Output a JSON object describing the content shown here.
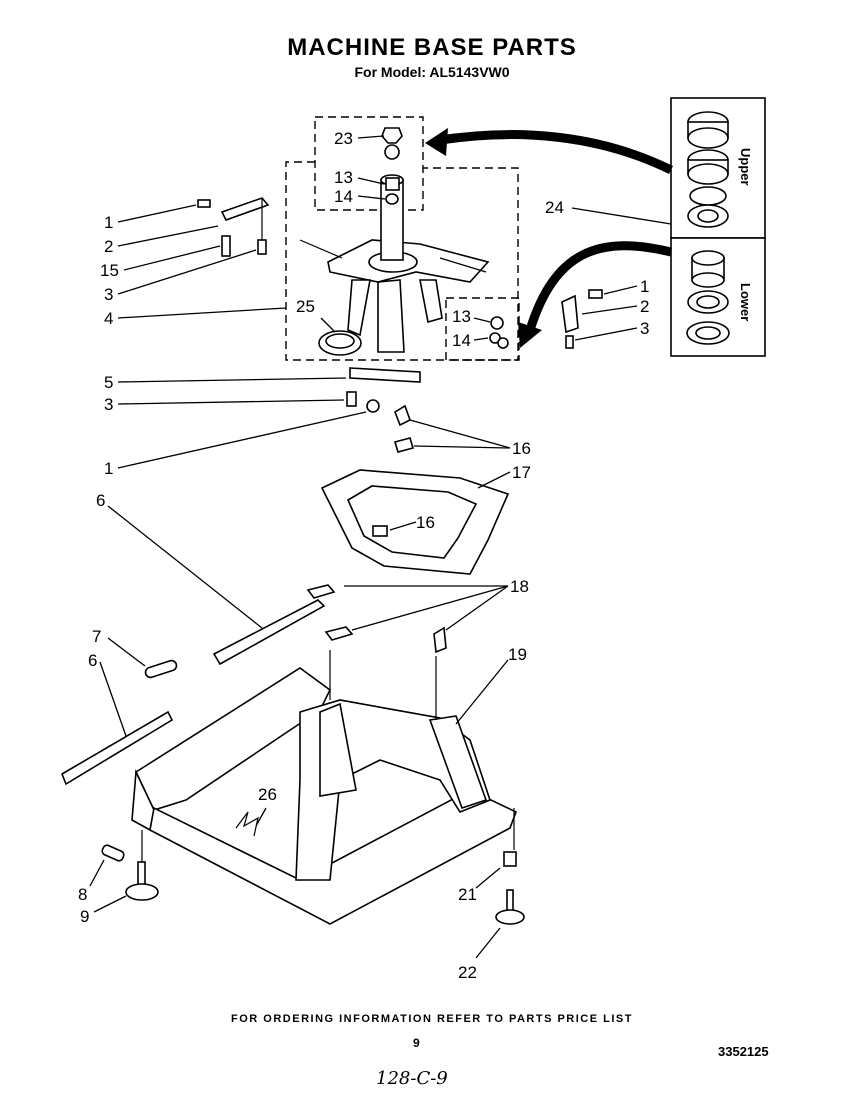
{
  "header": {
    "title": "MACHINE BASE PARTS",
    "subtitle": "For Model: AL5143VW0"
  },
  "inset": {
    "upper_label": "Upper",
    "lower_label": "Lower"
  },
  "callouts": [
    {
      "id": "c23",
      "text": "23"
    },
    {
      "id": "c13a",
      "text": "13"
    },
    {
      "id": "c14a",
      "text": "14"
    },
    {
      "id": "c1a",
      "text": "1"
    },
    {
      "id": "c2a",
      "text": "2"
    },
    {
      "id": "c15",
      "text": "15"
    },
    {
      "id": "c3a",
      "text": "3"
    },
    {
      "id": "c4",
      "text": "4"
    },
    {
      "id": "c25",
      "text": "25"
    },
    {
      "id": "c24",
      "text": "24"
    },
    {
      "id": "c1b",
      "text": "1"
    },
    {
      "id": "c2b",
      "text": "2"
    },
    {
      "id": "c3b",
      "text": "3"
    },
    {
      "id": "c13b",
      "text": "13"
    },
    {
      "id": "c14b",
      "text": "14"
    },
    {
      "id": "c5",
      "text": "5"
    },
    {
      "id": "c3c",
      "text": "3"
    },
    {
      "id": "c1c",
      "text": "1"
    },
    {
      "id": "c16a",
      "text": "16"
    },
    {
      "id": "c17",
      "text": "17"
    },
    {
      "id": "c16b",
      "text": "16"
    },
    {
      "id": "c6a",
      "text": "6"
    },
    {
      "id": "c18",
      "text": "18"
    },
    {
      "id": "c7",
      "text": "7"
    },
    {
      "id": "c6b",
      "text": "6"
    },
    {
      "id": "c19",
      "text": "19"
    },
    {
      "id": "c26",
      "text": "26"
    },
    {
      "id": "c8",
      "text": "8"
    },
    {
      "id": "c9",
      "text": "9"
    },
    {
      "id": "c21",
      "text": "21"
    },
    {
      "id": "c22",
      "text": "22"
    }
  ],
  "footer": {
    "note": "FOR ORDERING INFORMATION REFER TO PARTS PRICE LIST",
    "page_number": "9",
    "document_number": "3352125",
    "handwritten": "128-C-9"
  }
}
